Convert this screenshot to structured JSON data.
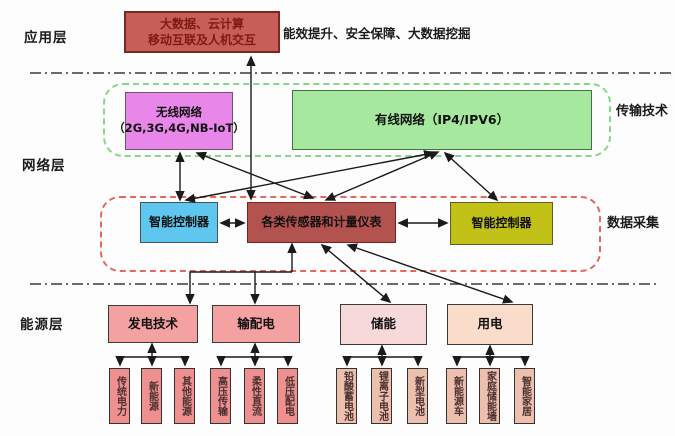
{
  "layers": {
    "application": "应用层",
    "network": "网络层",
    "energy": "能源层"
  },
  "application": {
    "bigdata_line1": "大数据、云计算",
    "bigdata_line2": "移动互联及人机交互",
    "benefits": "能效提升、安全保障、大数据挖掘"
  },
  "network": {
    "wireless_line1": "无线网络",
    "wireless_line2": "（2G,3G,4G,NB-IoT）",
    "wired": "有线网络（IP4/IPV6）",
    "group_label": "传输技术"
  },
  "data_collection": {
    "controller_left": "智能控制器",
    "sensors": "各类传感器和计量仪表",
    "controller_right": "智能控制器",
    "group_label": "数据采集"
  },
  "energy": {
    "generation": {
      "label": "发电技术",
      "children": [
        "传统电力",
        "新能源",
        "其他能源"
      ]
    },
    "transmission": {
      "label": "输配电",
      "children": [
        "高压传输",
        "柔性直流",
        "低压配电"
      ]
    },
    "storage": {
      "label": "储能",
      "children": [
        "铅酸蓄电池",
        "锂离子电池",
        "新型电池"
      ]
    },
    "consumption": {
      "label": "用电",
      "children": [
        "新能源车",
        "家庭储能墙",
        "智能家居"
      ]
    }
  },
  "colors": {
    "bigdata_fill": "#c75f58",
    "wireless_fill": "#e986e9",
    "wired_fill": "#a6e99e",
    "controller_left_fill": "#5fc6ef",
    "sensors_fill": "#b25350",
    "controller_right_fill": "#c2c117",
    "generation_fill": "#f4a1a1",
    "storage_fill": "#f8d9d9",
    "consumption_fill": "#f9dcc9",
    "sub_pink_fill": "#ee9090",
    "sub_peach_fill": "#edbfad",
    "transmission_group_border": "#86d786",
    "collection_group_border": "#e4695c"
  }
}
